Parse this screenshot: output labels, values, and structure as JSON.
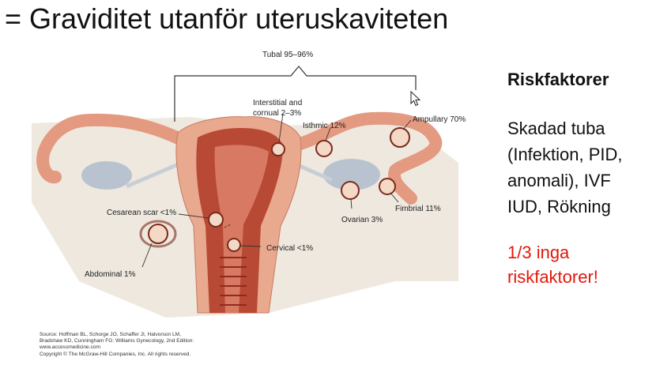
{
  "slide": {
    "title": "= Graviditet utanför uteruskaviteten"
  },
  "figure": {
    "labels": {
      "tubal": "Tubal 95–96%",
      "interstitial_line1": "Interstitial and",
      "interstitial_line2": "cornual 2–3%",
      "isthmic": "Isthmic 12%",
      "ampullary": "Ampullary 70%",
      "cesarean": "Cesarean scar <1%",
      "abdominal": "Abdominal 1%",
      "ovarian": "Ovarian 3%",
      "fimbrial": "Fimbrial 11%",
      "cervical": "Cervical <1%"
    },
    "source": {
      "line1": "Source: Hoffman BL, Schorge JO, Schaffer JI, Halvorson LM,",
      "line2": "Bradshaw KD, Cunningham FG: Williams Gynecology, 2nd Edition:",
      "line3": "www.accessmedicine.com",
      "line4": "Copyright © The McGraw-Hill Companies, Inc. All rights reserved."
    }
  },
  "sidebar": {
    "heading": "Riskfaktorer",
    "line1": "Skadad tuba",
    "line2": "(Infektion, PID,",
    "line3": "anomali), IVF",
    "line4": "IUD, Rökning",
    "alert1": "1/3 inga",
    "alert2": "riskfaktorer!"
  },
  "colors": {
    "alert": "#e3170a",
    "tissue": "#e8a98f",
    "muscle": "#b84a35"
  }
}
